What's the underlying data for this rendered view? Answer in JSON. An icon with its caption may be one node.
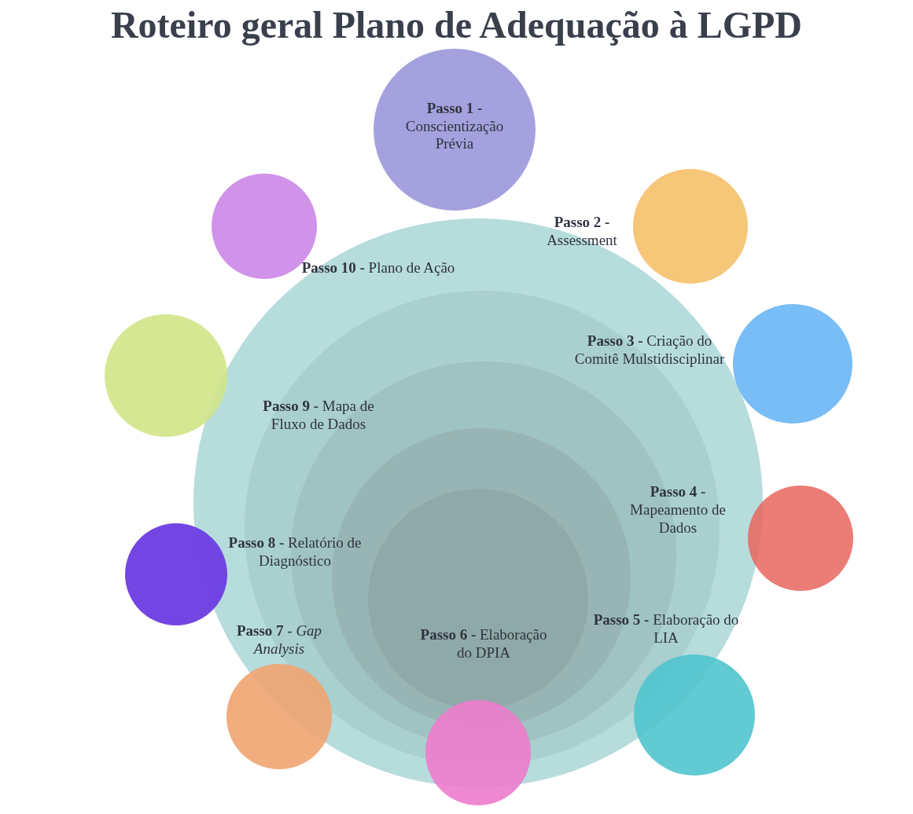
{
  "diagram": {
    "title": "Roteiro geral Plano de Adequação à LGPD",
    "nodes": [
      {
        "text": [
          "**Passo 1 -** Conscientização Prévia"
        ]
      },
      {
        "text": [],
        "shape": "circle"
      },
      {
        "text": [],
        "shape": "circle"
      },
      {
        "text": [],
        "shape": "circle"
      },
      {
        "text": [],
        "shape": "circle"
      },
      {
        "text": [],
        "shape": "circle"
      },
      {
        "text": [],
        "shape": "circle"
      },
      {
        "text": [],
        "shape": "circle"
      },
      {
        "text": [],
        "shape": "circle"
      },
      {
        "text": [],
        "shape": "circle"
      }
    ],
    "labels": [
      "**Passo 2 -** Assessment",
      "**Passo 3 -** Criação do Comitê Mulstidisciplinar",
      "**Passo 4 -** Mapeamento de Dados",
      "**Passo 5 -** Elaboração do LIA",
      "**Passo 6 -** Elaboração do DPIA",
      "**Passo 7**  - *Gap Analysis*",
      "**Passo 8 -** Relatório de Diagnóstico",
      "**Passo 9 -** Mapa de Fluxo de Dados",
      "**Passo 10 -** Plano de Ação"
    ]
  }
}
